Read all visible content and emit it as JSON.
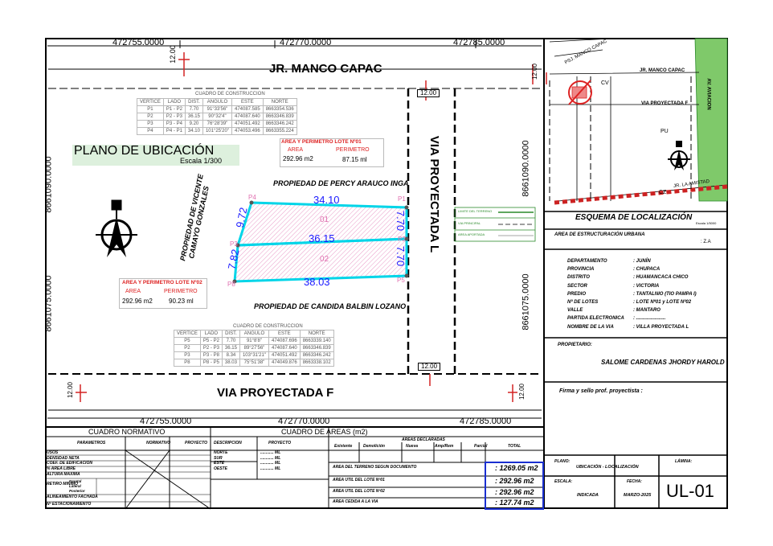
{
  "coords": {
    "top": [
      "472755.0000",
      "472770.0000",
      "472785.0000"
    ],
    "bottom": [
      "472755.0000",
      "472770.0000",
      "472785.0000"
    ],
    "left_upper": "8661090.0000",
    "left_lower": "8661075.0000",
    "right_upper": "8661090.0000",
    "right_lower": "8661075.0000"
  },
  "streets": {
    "top": "JR. MANCO CAPAC",
    "bottom": "VIA PROYECTADA F",
    "right": "VIA PROYECTADA L",
    "width_label": "12.00"
  },
  "plan": {
    "title": "PLANO DE UBICACIÓN",
    "scale": "Escala 1/300"
  },
  "neighbors": {
    "top": "PROPIEDAD DE PERCY ARAUCO INGA",
    "bottom": "PROPIEDAD DE CANDIDA BALBIN LOZANO",
    "left_line1": "PROPIEDAD DE VICENTE",
    "left_line2": "CAMAYO GONZALES"
  },
  "lots": {
    "lot1_label": "01",
    "lot2_label": "02",
    "vertices": [
      "P4",
      "P1",
      "P3",
      "P2",
      "P8",
      "P5"
    ],
    "dims": {
      "top": "34.10",
      "middle": "36.15",
      "bottom": "38.03",
      "left_upper": "9.72",
      "left_lower": "7.82",
      "right_upper": "7.70",
      "right_lower": "7.70"
    }
  },
  "area_lote1": {
    "title": "AREA Y PERIMETRO LOTE Nº01",
    "area_label": "AREA",
    "perim_label": "PERIMETRO",
    "area": "292.96 m2",
    "perimeter": "87.15 ml"
  },
  "area_lote2": {
    "title": "AREA Y PERIMETRO LOTE Nº02",
    "area_label": "AREA",
    "perim_label": "PERIMETRO",
    "area": "292.96 m2",
    "perimeter": "90.23 ml"
  },
  "construccion_table_1": {
    "title": "CUADRO DE CONSTRUCCION",
    "headers": [
      "VERTICE",
      "LADO",
      "DIST.",
      "ANGULO",
      "ESTE",
      "NORTE"
    ],
    "rows": [
      [
        "P1",
        "P1 - P2",
        "7.70",
        "91°33'56\"",
        "474087.585",
        "8663354.536"
      ],
      [
        "P2",
        "P2 - P3",
        "36.15",
        "90°32'4\"",
        "474087.640",
        "8663346.839"
      ],
      [
        "P3",
        "P3 - P4",
        "9.20",
        "76°28'39\"",
        "474051.492",
        "8663346.242"
      ],
      [
        "P4",
        "P4 - P1",
        "34.10",
        "101°25'20\"",
        "474053.496",
        "8663355.224"
      ]
    ]
  },
  "construccion_table_2": {
    "title": "CUADRO DE CONSTRUCCION",
    "headers": [
      "VERTICE",
      "LADO",
      "DIST.",
      "ANGULO",
      "ESTE",
      "NORTE"
    ],
    "rows": [
      [
        "P5",
        "P5 - P2",
        "7.70",
        "91°8'8\"",
        "474087.696",
        "8663339.140"
      ],
      [
        "P2",
        "P2 - P3",
        "36.15",
        "89°27'56\"",
        "474087.640",
        "8663346.839"
      ],
      [
        "P3",
        "P3 - P8",
        "8.34",
        "103°31'21\"",
        "474051.492",
        "8663346.242"
      ],
      [
        "P8",
        "P8 - P5",
        "38.03",
        "75°51'38\"",
        "474049.876",
        "8663338.102"
      ]
    ]
  },
  "location": {
    "title": "ESQUEMA DE LOCALIZACIÓN",
    "scale": "Escala 1/5000",
    "labels": {
      "cv": "CV",
      "pu": "PU",
      "cz": "CZ",
      "manco": "JR. MANCO CAPAC",
      "via_f": "VIA PROYECTADA F",
      "av_aviacion": "AV. AVIACION",
      "amistad": "JR. LA AMISTAD",
      "manco_diag": "PSJ. MANCO CAPAC"
    }
  },
  "estructuracion": {
    "label": "AREA DE ESTRUCTURACIÓN URBANA",
    "value": ": Z.A"
  },
  "info": [
    {
      "k": "DEPARTAMENTO",
      "v": ": JUNÍN"
    },
    {
      "k": "PROVINCIA",
      "v": ": CHUPACA"
    },
    {
      "k": "DISTRITO",
      "v": ": HUAMANCACA CHICO"
    },
    {
      "k": "SECTOR",
      "v": ": VICTORIA"
    },
    {
      "k": "PREDIO",
      "v": ": TANTALNIO (TIO PAMPA I)"
    },
    {
      "k": "Nº DE LOTES",
      "v": ": LOTE Nº01 y LOTE Nº02"
    },
    {
      "k": "VALLE",
      "v": ": MANTARO"
    },
    {
      "k": "PARTIDA ELECTRONICA",
      "v": ": ......................"
    },
    {
      "k": "NOMBRE DE LA VIA",
      "v": ": VILLA PROYECTADA L"
    }
  ],
  "propietario": {
    "label": "PROPIETARIO:",
    "name": "SALOME CARDENAS JHORDY HAROLD"
  },
  "firma": "Firma y sello prof. proyectista :",
  "normativo": {
    "title": "CUADRO NORMATIVO",
    "headers": [
      "PARAMETROS",
      "NORMATIVO",
      "PROYECTO"
    ],
    "params": [
      "USOS",
      "DENSIDAD NETA",
      "COEF. DE EDIFICACION",
      "% AREA LIBRE",
      "ALTURA MAXIMA",
      "RETIRO MINIMO",
      "ALINEAMIENTO FACHADA",
      "Nº ESTACIONAMIENTO"
    ],
    "retiro_sub": [
      "Frontal",
      "Lateral",
      "Posterior"
    ]
  },
  "areas": {
    "title": "CUADRO DE AREAS (m2)",
    "headers": [
      "DESCRIPCION",
      "PROYECTO",
      "AREAS DECLARADAS",
      "Existente",
      "Demolición",
      "Nueva",
      "Amp/Rem",
      "Parcial",
      "TOTAL"
    ],
    "desc": [
      "NORTE",
      "SUR",
      "ESTE",
      "OESTE"
    ],
    "desc_val": "............ ML",
    "rows": [
      {
        "label": "AREA DEL TERRENO SEGUN DOCUMENTO",
        "value": ": 1269.05 m2"
      },
      {
        "label": "AREA UTIL DEL LOTE Nº01",
        "value": ": 292.96 m2"
      },
      {
        "label": "AREA UTIL DEL LOTE Nº02",
        "value": ": 292.96 m2"
      },
      {
        "label": "AREA CEDIDA A LA VIA",
        "value": ": 127.74 m2"
      }
    ]
  },
  "titleblock": {
    "plano_label": "PLANO:",
    "plano_value": "UBICACIÓN - LOCALIZACIÓN",
    "lamina_label": "LÁMINA:",
    "escala_label": "ESCALA:",
    "escala_value": "INDICADA",
    "fecha_label": "FECHA:",
    "fecha_value": "MARZO-2025",
    "lamina_value": "UL-01"
  },
  "legend": [
    "LIMITE DEL TERRENO",
    "VIA PRINCIPAL",
    "AREA APORTADA"
  ],
  "colors": {
    "lot_line": "#00d5e8",
    "hatch": "#e070b0",
    "red": "#d22222",
    "blue_box": "#1a2fd0",
    "dim": "#1a1aff"
  }
}
